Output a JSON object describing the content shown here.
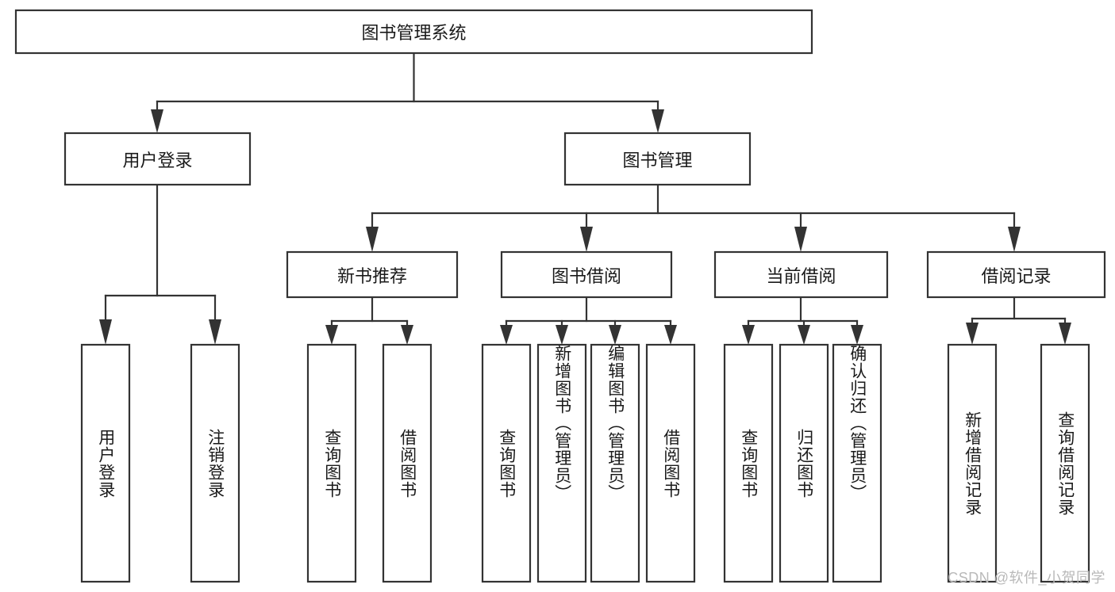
{
  "diagram": {
    "title": "图书管理系统",
    "type": "tree",
    "orientation": "top-down",
    "colors": {
      "stroke": "#333333",
      "fill": "#ffffff",
      "text": "#1a1a1a",
      "watermark": "#b9b9b9"
    },
    "watermark": "CSDN @软件_小贺同学",
    "levels": {
      "root": "图书管理系统",
      "level2": [
        "用户登录",
        "图书管理"
      ],
      "level3": [
        "新书推荐",
        "图书借阅",
        "当前借阅",
        "借阅记录"
      ]
    },
    "nodes": {
      "root": {
        "label": "图书管理系统",
        "orientation": "horizontal"
      },
      "user_login": {
        "label": "用户登录",
        "orientation": "horizontal"
      },
      "book_manage": {
        "label": "图书管理",
        "orientation": "horizontal"
      },
      "new_book_rec": {
        "label": "新书推荐",
        "orientation": "horizontal"
      },
      "book_borrow": {
        "label": "图书借阅",
        "orientation": "horizontal"
      },
      "current_borrow": {
        "label": "当前借阅",
        "orientation": "horizontal"
      },
      "borrow_record": {
        "label": "借阅记录",
        "orientation": "horizontal"
      },
      "leaf_user_login": {
        "label": "用户登录",
        "orientation": "vertical"
      },
      "leaf_logout": {
        "label": "注销登录",
        "orientation": "vertical"
      },
      "leaf_query_book_1": {
        "label": "查询图书",
        "orientation": "vertical"
      },
      "leaf_borrow_book_1": {
        "label": "借阅图书",
        "orientation": "vertical"
      },
      "leaf_query_book_2": {
        "label": "查询图书",
        "orientation": "vertical"
      },
      "leaf_add_book": {
        "label": "新增图书（管理员）",
        "orientation": "vertical"
      },
      "leaf_edit_book": {
        "label": "编辑图书（管理员）",
        "orientation": "vertical"
      },
      "leaf_borrow_book_2": {
        "label": "借阅图书",
        "orientation": "vertical"
      },
      "leaf_query_book_3": {
        "label": "查询图书",
        "orientation": "vertical"
      },
      "leaf_return_book": {
        "label": "归还图书",
        "orientation": "vertical"
      },
      "leaf_confirm_return": {
        "label": "确认归还（管理员）",
        "orientation": "vertical"
      },
      "leaf_add_record": {
        "label": "新增借阅记录",
        "orientation": "vertical"
      },
      "leaf_query_record": {
        "label": "查询借阅记录",
        "orientation": "vertical"
      }
    },
    "edges": [
      {
        "from": "图书管理系统",
        "to": "用户登录"
      },
      {
        "from": "图书管理系统",
        "to": "图书管理"
      },
      {
        "from": "用户登录",
        "to": "用户登录"
      },
      {
        "from": "用户登录",
        "to": "注销登录"
      },
      {
        "from": "图书管理",
        "to": "新书推荐"
      },
      {
        "from": "图书管理",
        "to": "图书借阅"
      },
      {
        "from": "图书管理",
        "to": "当前借阅"
      },
      {
        "from": "图书管理",
        "to": "借阅记录"
      },
      {
        "from": "新书推荐",
        "to": "查询图书"
      },
      {
        "from": "新书推荐",
        "to": "借阅图书"
      },
      {
        "from": "图书借阅",
        "to": "查询图书"
      },
      {
        "from": "图书借阅",
        "to": "新增图书（管理员）"
      },
      {
        "from": "图书借阅",
        "to": "编辑图书（管理员）"
      },
      {
        "from": "图书借阅",
        "to": "借阅图书"
      },
      {
        "from": "当前借阅",
        "to": "查询图书"
      },
      {
        "from": "当前借阅",
        "to": "归还图书"
      },
      {
        "from": "当前借阅",
        "to": "确认归还（管理员）"
      },
      {
        "from": "借阅记录",
        "to": "新增借阅记录"
      },
      {
        "from": "借阅记录",
        "to": "查询借阅记录"
      }
    ]
  }
}
